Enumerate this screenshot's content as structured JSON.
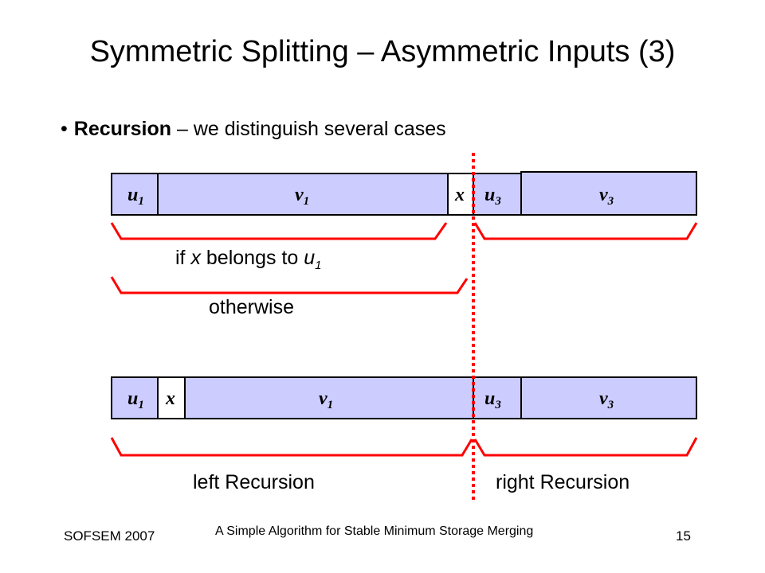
{
  "title": "Symmetric Splitting – Asymmetric Inputs (3)",
  "bullet": {
    "marker": "•",
    "bold_text": "Recursion",
    "rest_text": " – we distinguish several cases"
  },
  "row1": {
    "u1": {
      "main": "u",
      "sub": "1"
    },
    "v1": {
      "main": "v",
      "sub": "1"
    },
    "x": "x",
    "u3": {
      "main": "u",
      "sub": "3"
    },
    "v3": {
      "main": "v",
      "sub": "3"
    }
  },
  "row2": {
    "u1": {
      "main": "u",
      "sub": "1"
    },
    "x": "x",
    "v1": {
      "main": "v",
      "sub": "1"
    },
    "u3": {
      "main": "u",
      "sub": "3"
    },
    "v3": {
      "main": "v",
      "sub": "3"
    }
  },
  "labels": {
    "case1_prefix": "if ",
    "case1_var": "x",
    "case1_mid": " belongs to ",
    "case1_u": "u",
    "case1_sub": "1",
    "otherwise": "otherwise",
    "left_recursion": "left Recursion",
    "right_recursion": "right Recursion"
  },
  "footer": {
    "left": "SOFSEM 2007",
    "center": "A Simple Algorithm for Stable Minimum Storage Merging",
    "page": "15"
  },
  "colors": {
    "cell_fill": "#ccccff",
    "divider": "#ff0000",
    "brace": "#ff0000"
  }
}
